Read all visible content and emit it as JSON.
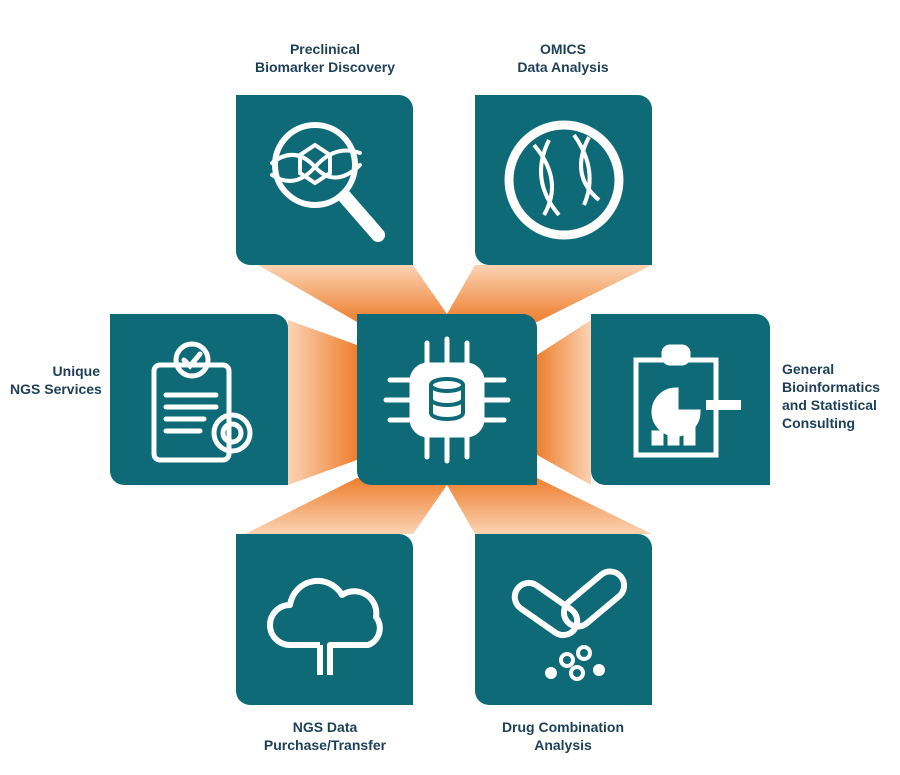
{
  "center": {
    "icon": "database-circuit-icon"
  },
  "nodes": {
    "top_left": {
      "lines": [
        "Preclinical",
        "Biomarker Discovery"
      ],
      "icon": "magnifier-dna-icon"
    },
    "top_right": {
      "lines": [
        "OMICS",
        "Data Analysis"
      ],
      "icon": "dna-circle-icon"
    },
    "left": {
      "lines": [
        "Unique",
        "NGS Services"
      ],
      "icon": "certificate-lightbulb-icon"
    },
    "right": {
      "lines": [
        "General",
        "Bioinformatics",
        "and Statistical",
        "Consulting"
      ],
      "icon": "clipboard-chart-icon"
    },
    "bottom_left": {
      "lines": [
        "NGS Data",
        "Purchase/Transfer"
      ],
      "icon": "cloud-icon"
    },
    "bottom_right": {
      "lines": [
        "Drug Combination",
        "Analysis"
      ],
      "icon": "pills-icon"
    }
  },
  "colors": {
    "tile": "#0e6a77",
    "connector": "#f08a3c",
    "text": "#1d3f57"
  }
}
